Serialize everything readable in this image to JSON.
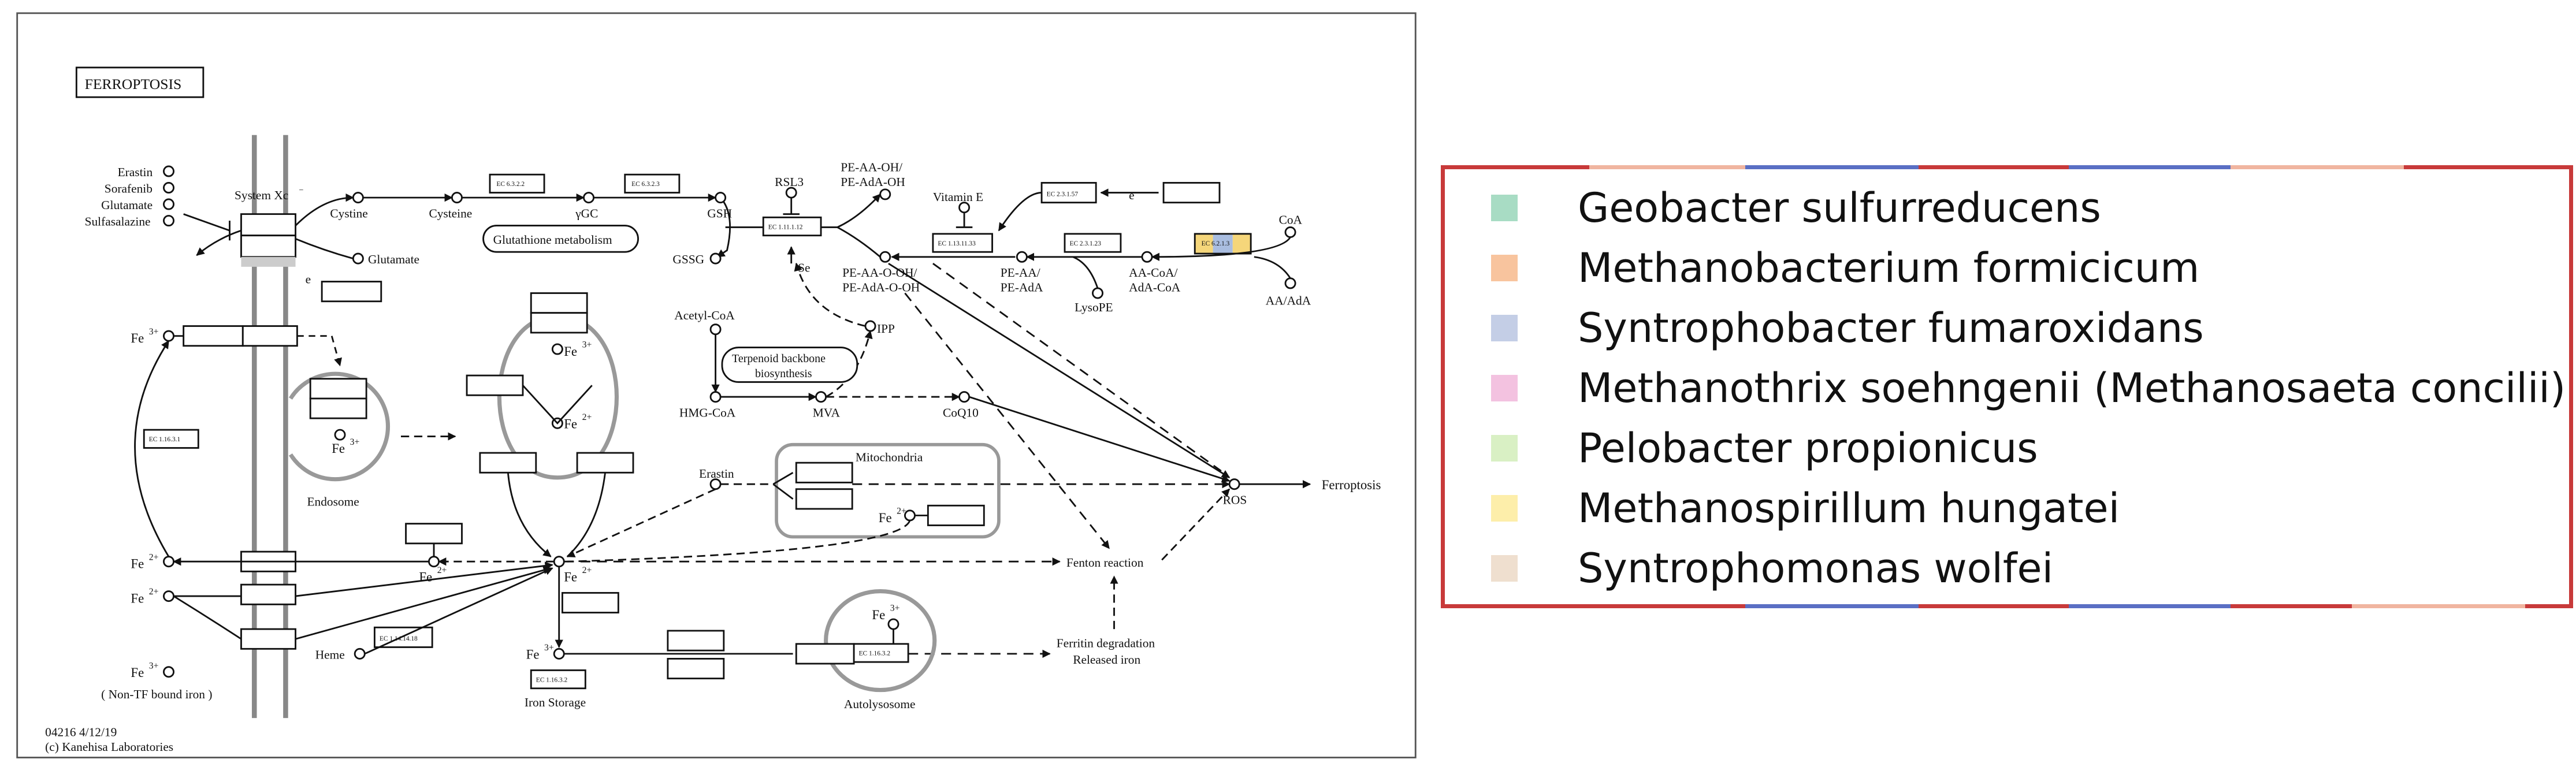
{
  "map": {
    "title": "FERROPTOSIS",
    "footer_id": "04216 4/12/19",
    "footer_copyright": "(c) Kanehisa Laboratories",
    "compounds": {
      "erastin_top": "Erastin",
      "sorafenib": "Sorafenib",
      "glutamate_left": "Glutamate",
      "sulfasalazine": "Sulfasalazine",
      "system_xc": "System Xc",
      "system_xc_sup": "−",
      "cystine": "Cystine",
      "cysteine": "Cysteine",
      "ygc": "γGC",
      "gsh": "GSH",
      "gssg": "GSSG",
      "glutamate_right": "Glutamate",
      "rsl3": "RSL3",
      "se": "Se",
      "pe_aa_ooh_top1": "PE-AA-OH/",
      "pe_aa_ooh_top2": "PE-AdA-OH",
      "pe_aa_o_oh1": "PE-AA-O-OH/",
      "pe_aa_o_oh2": "PE-AdA-O-OH",
      "vitamin_e": "Vitamin E",
      "e_top": "e",
      "pe_aa1": "PE-AA/",
      "pe_aa2": "PE-AdA",
      "lysope": "LysoPE",
      "aa_coa1": "AA-CoA/",
      "aa_coa2": "AdA-CoA",
      "coa": "CoA",
      "aa_ada": "AA/AdA",
      "e_left": "e",
      "fe3_a": "Fe",
      "fe3_a_sup": "3+",
      "fe3_b": "Fe",
      "fe3_b_sup": "3+",
      "fe3_c": "Fe",
      "fe3_c_sup": "3+",
      "fe2_a": "Fe",
      "fe2_a_sup": "2+",
      "endosome": "Endosome",
      "acetyl_coa": "Acetyl-CoA",
      "ipp": "IPP",
      "terpenoid1": "Terpenoid backbone",
      "terpenoid2": "biosynthesis",
      "glutathione_metabolism": "Glutathione metabolism",
      "hmg_coa": "HMG-CoA",
      "mva": "MVA",
      "coq10": "CoQ10",
      "ros": "ROS",
      "ferroptosis": "Ferroptosis",
      "erastin_mid": "Erastin",
      "mitochondria": "Mitochondria",
      "fe2_mito": "Fe",
      "fe2_mito_sup": "2+",
      "fenton": "Fenton reaction",
      "fe2_left1": "Fe",
      "fe2_left1_sup": "2+",
      "fe2_left2": "Fe",
      "fe2_left2_sup": "2+",
      "fe2_mid": "Fe",
      "fe2_mid_sup": "2+",
      "fe2_center": "Fe",
      "fe2_center_sup": "2+",
      "fe3_ntbi": "Fe",
      "fe3_ntbi_sup": "3+",
      "non_tf": "( Non-TF bound iron )",
      "heme": "Heme",
      "fe3_storage": "Fe",
      "fe3_storage_sup": "3+",
      "iron_storage": "Iron Storage",
      "fe3_auto": "Fe",
      "fe3_auto_sup": "3+",
      "autolysosome": "Autolysosome",
      "ferritin1": "Ferritin degradation",
      "ferritin2": "Released iron"
    },
    "enzymes": {
      "ec_6322": "EC 6.3.2.2",
      "ec_6323": "EC 6.3.2.3",
      "ec_1111112": "EC 1.11.1.12",
      "ec_1131133": "EC 1.13.11.33",
      "ec_231157": "EC 2.3.1.57",
      "ec_23123": "EC 2.3.1.23",
      "ec_6213": "EC 6.2.1.3",
      "ec_11631": "EC 1.16.3.1",
      "ec_1141418": "EC 1.14.14.18",
      "ec_11632_a": "EC 1.16.3.2",
      "ec_11632_b": "EC 1.16.3.2"
    },
    "highlight_colors": [
      "#f5d67a",
      "#a9bde0",
      "#f5b5d8"
    ]
  },
  "legend": {
    "border_color": "#c83a3a",
    "items": [
      {
        "label": "Geobacter sulfurreducens",
        "color": "#a8dcc4"
      },
      {
        "label": "Methanobacterium formicicum",
        "color": "#f8c49e"
      },
      {
        "label": "Syntrophobacter fumaroxidans",
        "color": "#c4cee6"
      },
      {
        "label": "Methanothrix soehngenii (Methanosaeta concilii)",
        "color": "#f3c2e0"
      },
      {
        "label": "Pelobacter propionicus",
        "color": "#d9f0c4"
      },
      {
        "label": "Methanospirillum hungatei",
        "color": "#fdeeaa"
      },
      {
        "label": "Syntrophomonas wolfei",
        "color": "#efdfcf"
      }
    ]
  }
}
